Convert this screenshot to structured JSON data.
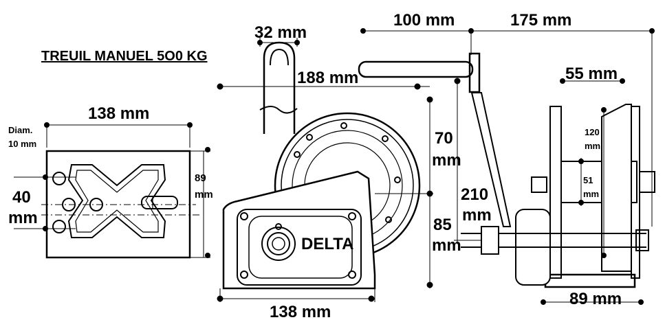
{
  "title": "TREUIL MANUEL 5O0 KG",
  "brand": "DELTA",
  "dims": {
    "handle_width": "32 mm",
    "crank_length": "100 mm",
    "overall_depth": "175 mm",
    "drum_width": "55 mm",
    "overall_width": "188 mm",
    "base_width": "138 mm",
    "base_width_front": "138 mm",
    "hole_diam_label": "Diam.",
    "hole_diam_value": "10 mm",
    "hole_spacing_value": "40",
    "hole_spacing_unit": "mm",
    "base_depth_value": "89",
    "base_depth_unit": "mm",
    "upper_height_value": "70",
    "upper_height_unit": "mm",
    "lower_height_value": "85",
    "lower_height_unit": "mm",
    "crank_height_value": "210",
    "crank_height_unit": "mm",
    "flange_diam_value": "120",
    "flange_diam_unit": "mm",
    "drum_diam_value": "51",
    "drum_diam_unit": "mm",
    "side_base": "89 mm"
  }
}
